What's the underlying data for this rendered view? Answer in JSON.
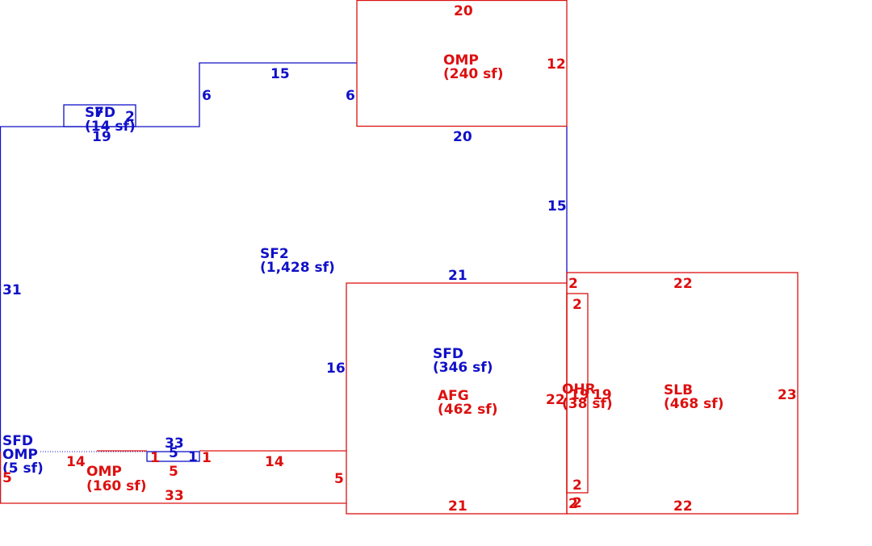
{
  "colors": {
    "dwelling": "#1010c8",
    "other": "#dd1010"
  },
  "areas": {
    "sf2": {
      "code": "SF2",
      "area": "(1,428 sf)"
    },
    "sfd_main": {
      "code": "SFD",
      "area": "(346 sf)"
    },
    "sfd_top": {
      "code": "SFD",
      "area": "(14 sf)"
    },
    "sfd_small": {
      "code": "SFD"
    },
    "omp_top": {
      "code": "OMP",
      "area": "(240 sf)"
    },
    "omp_bottom": {
      "code": "OMP",
      "area": "(160 sf)"
    },
    "omp_small": {
      "code": "OMP",
      "area": "(5 sf)"
    },
    "afg": {
      "code": "AFG",
      "area": "(462 sf)"
    },
    "ohr": {
      "code": "OHR",
      "area": "(38 sf)"
    },
    "slb": {
      "code": "SLB",
      "area": "(468 sf)"
    }
  },
  "dims": {
    "omp_top": "20",
    "omp_right": "12",
    "omp_inner": "6",
    "omp_bottom": "20",
    "ell_top": "15",
    "ell_left": "6",
    "bump_top": "7",
    "bump_right": "2",
    "bump_base": "19",
    "east": "15",
    "west": "31",
    "sfd_top": "21",
    "sfd_left": "16",
    "front_blue": "33",
    "stoop_top": "5",
    "stoop_right": "1",
    "porch_left_red": "5",
    "porch_top": "14",
    "porch_top2": "14",
    "stoop_1": "1",
    "stoop_bottom": "5",
    "porch_right": "5",
    "porch_bottom": "33",
    "afg_left": "22",
    "afg_bottom": "21",
    "ohr_top1": "2",
    "ohr_top2": "2",
    "ohr_right": "19",
    "ohr_left": "19",
    "ohr_bottom": "2",
    "ohr_bottom2": "2",
    "ohr_corner": "2",
    "slb_top": "22",
    "slb_right": "23",
    "slb_bottom": "22"
  }
}
